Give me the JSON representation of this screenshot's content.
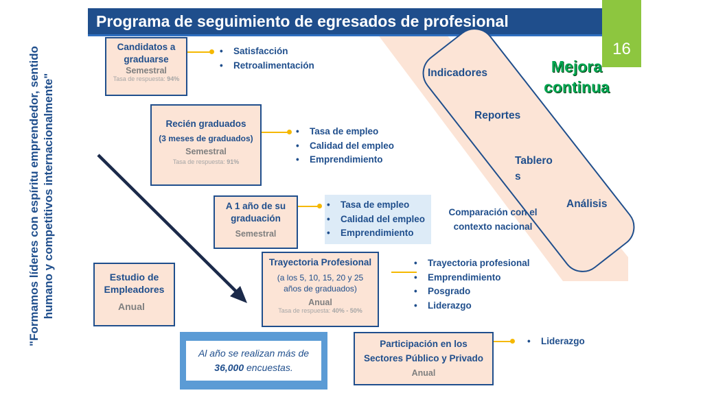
{
  "title": "Programa de seguimiento de egresados de profesional",
  "slide_number": "16",
  "mission": "\"Formamos líderes con espíritu emprendedor, sentido humano y competitivos internacionalmente\"",
  "mejora": "Mejora continua",
  "process_steps": [
    "Indicadores",
    "Reportes",
    "Tablero s",
    "Análisis"
  ],
  "boxes": {
    "candidatos": {
      "title": "Candidatos a graduarse",
      "freq": "Semestral",
      "rate_label": "Tasa de respuesta:",
      "rate": "94%"
    },
    "recien": {
      "title": "Recién graduados",
      "subtitle": "(3 meses de graduados)",
      "freq": "Semestral",
      "rate_label": "Tasa de respuesta:",
      "rate": "91%"
    },
    "uno": {
      "title": "A 1 año de su graduación",
      "freq": "Semestral"
    },
    "empleadores": {
      "title": "Estudio de Empleadores",
      "freq": "Anual"
    },
    "trayectoria": {
      "title": "Trayectoria Profesional",
      "subtitle": "(a los 5, 10, 15, 20 y 25 años de graduados)",
      "freq": "Anual",
      "rate_label": "Tasa de respuesta:",
      "rate": "40% - 50%"
    },
    "participacion": {
      "title": "Participación en los Sectores Público y Privado",
      "freq": "Anual"
    }
  },
  "bullets": {
    "candidatos": [
      "Satisfacción",
      "Retroalimentación"
    ],
    "recien": [
      "Tasa de empleo",
      "Calidad del empleo",
      "Emprendimiento"
    ],
    "uno": [
      "Tasa de empleo",
      "Calidad del empleo",
      "Emprendimiento"
    ],
    "trayectoria": [
      "Trayectoria profesional",
      "Emprendimiento",
      "Posgrado",
      "Liderazgo"
    ],
    "participacion": [
      "Liderazgo"
    ]
  },
  "comparacion": "Comparación con el contexto nacional",
  "encuestas": {
    "prefix": "Al año se realizan más de",
    "count": "36,000",
    "suffix": "encuestas."
  },
  "colors": {
    "navy": "#1f4e8c",
    "peach": "#fce4d6",
    "gold": "#f5b800",
    "green": "#00a651",
    "lime": "#8dc63f"
  }
}
